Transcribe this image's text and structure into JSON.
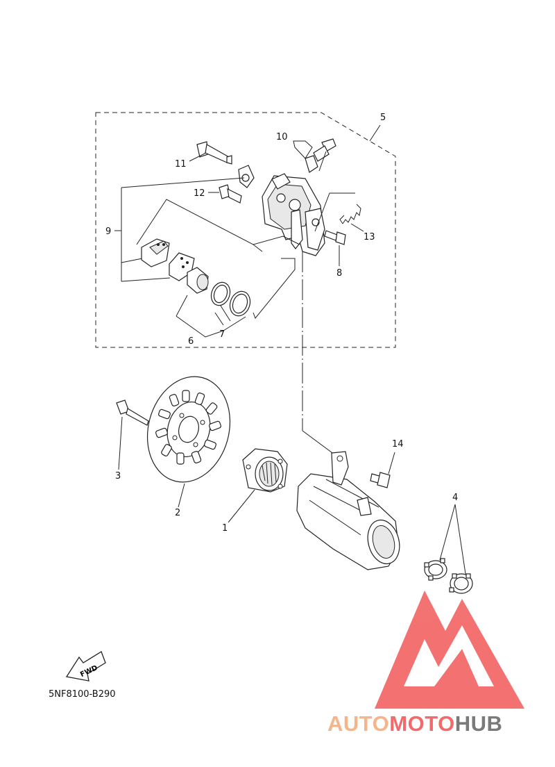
{
  "diagram_code": "5NF8100-B290",
  "fwd_label": "FWD",
  "watermark": {
    "part1": "AUTO",
    "part2": "MOTO",
    "part3": "HUB"
  },
  "callouts": {
    "c1": "1",
    "c2": "2",
    "c3": "3",
    "c4": "4",
    "c5": "5",
    "c6": "6",
    "c7": "7",
    "c8": "8",
    "c9": "9",
    "c10": "10",
    "c11": "11",
    "c12": "12",
    "c13": "13",
    "c14": "14"
  },
  "colors": {
    "watermark_orange": "#f6b48a",
    "watermark_red": "#f26a6a",
    "watermark_gray": "#7a7a7a",
    "logo_red": "#f04a4a"
  }
}
